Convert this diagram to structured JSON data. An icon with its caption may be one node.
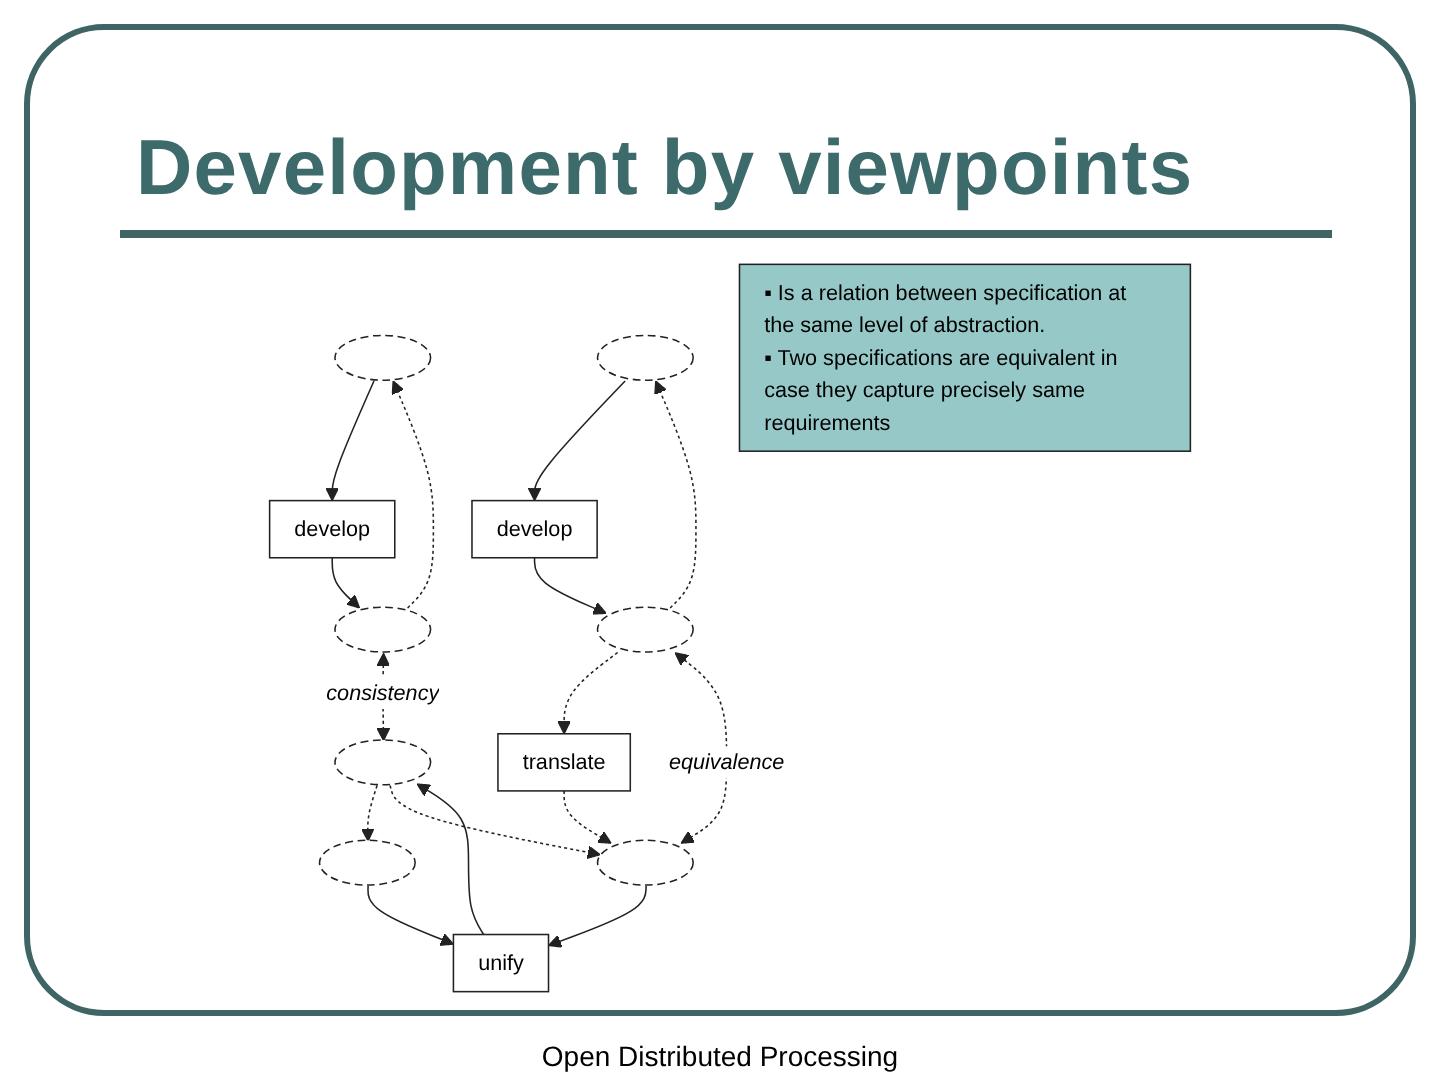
{
  "diagram": {
    "title": "Development by viewpoints",
    "caption": "Open Distributed Processing",
    "nodes": [
      {
        "text": [],
        "shape": "ellipse"
      },
      {
        "text": [
          "develop"
        ]
      },
      {
        "text": [],
        "shape": "ellipse"
      },
      {
        "text": [],
        "shape": "ellipse"
      },
      {
        "text": [],
        "shape": "ellipse"
      },
      {
        "text": [
          "unify"
        ]
      },
      {
        "text": [],
        "shape": "ellipse"
      },
      {
        "text": [],
        "shape": "ellipse"
      },
      {
        "text": [
          "develop"
        ]
      },
      {
        "text": [],
        "shape": "ellipse"
      },
      {
        "text": [
          "translate"
        ]
      },
      {
        "text": [
          "▪ Is a relation between specification at the same level of abstraction.",
          "▪ Two specifications are equivalent in case they capture precisely same requirements"
        ]
      }
    ],
    "edges": [
      {
        "from": 0,
        "to": 1,
        "arrow": "to"
      },
      {
        "from": 1,
        "to": 2,
        "arrow": "to"
      },
      {
        "from": 2,
        "to": 0,
        "arrow": "to",
        "style": "dashed"
      },
      {
        "from": 2,
        "to": 6,
        "arrow": "both",
        "style": "dashed",
        "label": "consistency"
      },
      {
        "from": 3,
        "to": 5,
        "arrow": "to"
      },
      {
        "from": 4,
        "to": 5,
        "arrow": "to"
      },
      {
        "from": 5,
        "to": 6,
        "arrow": "to"
      },
      {
        "from": 6,
        "to": 3,
        "arrow": "to",
        "style": "dashed"
      },
      {
        "from": 6,
        "to": 4,
        "arrow": "to",
        "style": "dashed"
      },
      {
        "from": 7,
        "to": 8,
        "arrow": "to"
      },
      {
        "from": 8,
        "to": 9,
        "arrow": "to"
      },
      {
        "from": 9,
        "to": 7,
        "arrow": "to",
        "style": "dashed"
      },
      {
        "from": 9,
        "to": 10,
        "arrow": "to",
        "style": "dashed"
      },
      {
        "from": 10,
        "to": 4,
        "arrow": "to",
        "style": "dashed"
      },
      {
        "from": 9,
        "to": 4,
        "arrow": "both",
        "style": "dashed",
        "label": "equivalence"
      }
    ]
  }
}
